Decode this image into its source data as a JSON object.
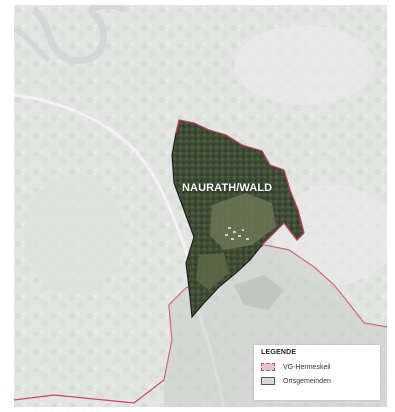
{
  "map": {
    "place_label": "NAURATH/WALD",
    "colors": {
      "basemap": "#e4e6e4",
      "boundary_vg": "#cc4466",
      "municipality_fill": "#3d4a34",
      "municipality_outline": "#1a1a1a",
      "river": "#d7dbda",
      "road": "#f4f4f4"
    }
  },
  "legend": {
    "title": "LEGENDE",
    "items": [
      {
        "label": "VG-Hermeskeil",
        "swatch_color": "#e3c6cd",
        "border_color": "#cc4466"
      },
      {
        "label": "Ortsgemeinden",
        "swatch_color": "#d8d8d8",
        "border_color": "#555555"
      }
    ]
  }
}
